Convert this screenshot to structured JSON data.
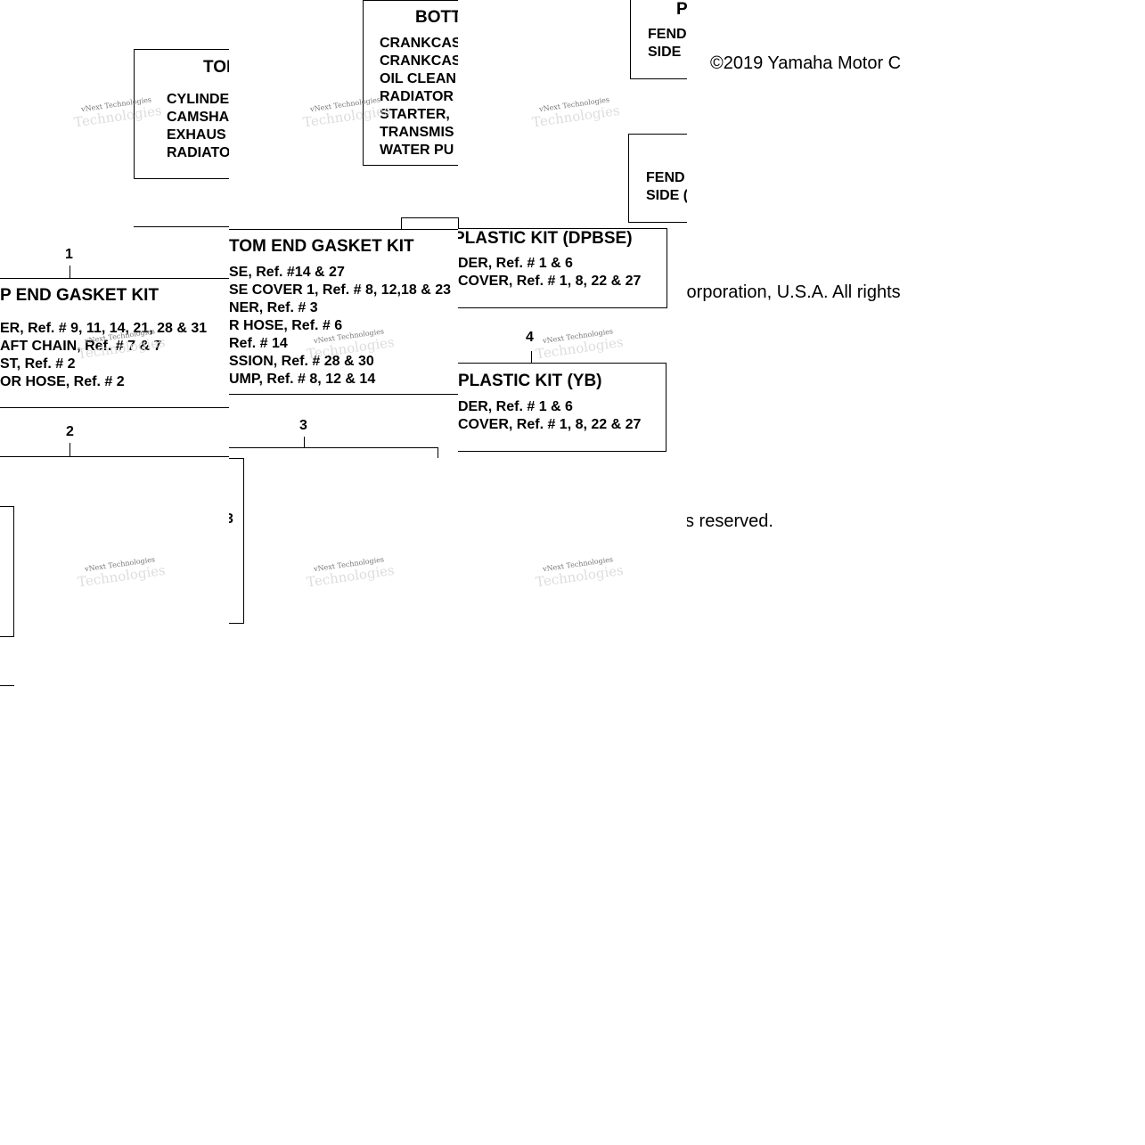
{
  "watermark": "vNext Technologies",
  "watermark_sub": "Technologies",
  "tile1": {
    "top_title": "TOI",
    "top_items": [
      "CYLINDE",
      "CAMSHA",
      "EXHAUS",
      "RADIATO"
    ],
    "num1": "1",
    "kit_title": "P END GASKET KIT",
    "kit_items": [
      "ER, Ref. #  9, 11, 14, 21, 28 & 31",
      "AFT CHAIN, Ref. # 7 & 7",
      "ST, Ref. # 2",
      "OR HOSE, Ref. # 2"
    ],
    "num2": "2"
  },
  "tile2": {
    "top_title": "BOTT",
    "top_items": [
      "CRANKCAS",
      "CRANKCAS",
      "OIL CLEAN",
      "RADIATOR",
      "STARTER,",
      "TRANSMIS",
      "WATER PU"
    ],
    "kit_title": "TOM END GASKET KIT",
    "kit_items": [
      "SE, Ref. #14 & 27",
      "SE COVER 1, Ref. # 8, 12,18 & 23",
      "NER, Ref. # 3",
      "R HOSE, Ref. # 6",
      " Ref. # 14",
      "SSION, Ref. # 28 & 30",
      "UMP, Ref. # 8, 12 & 14"
    ],
    "num3": "3",
    "cut_label": "3"
  },
  "tile3": {
    "top_title": "P",
    "top_items": [
      "FEND",
      "SIDE"
    ],
    "mid_items": [
      "FEND",
      "SIDE ("
    ],
    "kit1_title": "PLASTIC KIT (DPBSE)",
    "kit1_items": [
      "DER, Ref. # 1 & 6",
      "COVER, Ref. # 1, 8, 22 & 27"
    ],
    "num4": "4",
    "kit2_title": " PLASTIC KIT  (YB)",
    "kit2_items": [
      "DER, Ref. # 1 & 6",
      "COVER, Ref. # 1, 8, 22 & 27"
    ]
  },
  "tile4": {
    "copy1": "©2019 Yamaha Motor C",
    "copy2": ":orporation, U.S.A. All rights",
    "copy3": "s reserved."
  }
}
